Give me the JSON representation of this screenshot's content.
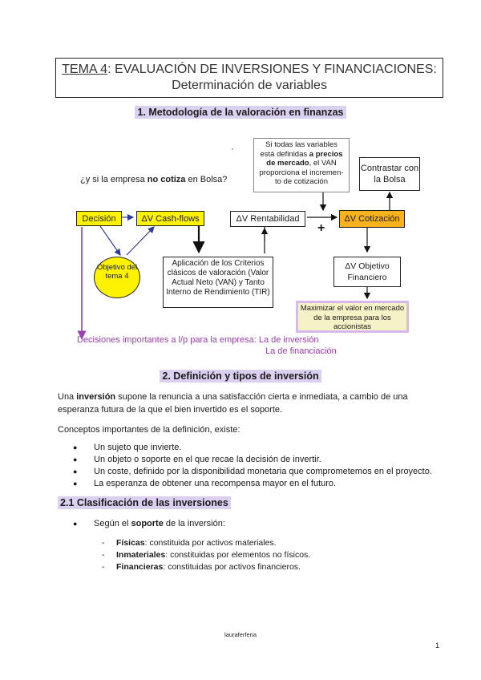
{
  "header": {
    "title_tema": "TEMA 4",
    "title_rest": ": EVALUACIÓN DE INVERSIONES Y FINANCIACIONES:",
    "subtitle": "Determinación de variables"
  },
  "section1": {
    "heading": "1. Metodología de la valoración en finanzas"
  },
  "diagram": {
    "question_pre": "¿y si la empresa ",
    "question_bold": "no cotiza",
    "question_post": " en Bolsa?",
    "note_pre": "Si todas las variables está definidas ",
    "note_bold": "a precios de mercado",
    "note_post": ", el VAN proporciona el incremen-to de cotización",
    "contrastar": "Contrastar con la Bolsa",
    "decision": "Decisión",
    "cashflows": "ΔV Cash-flows",
    "rentabilidad": "ΔV Rentabilidad",
    "plus": "+",
    "cotizacion": "ΔV Cotización",
    "objetivo_tema": "Objetivo del tema 4",
    "objetivo_tema_num": "4",
    "criterios": "Aplicación de los Criterios clásicos de valoración (Valor Actual Neto (VAN) y Tanto Interno de Rendimiento (TIR)",
    "objetivo_financiero": "ΔV Objetivo Financiero",
    "maximizar": "Maximizar el valor en mercado de la empresa para los accionistas",
    "decisiones_line1": "Decisiones importantes a l/p para la empresa: La de inversión",
    "decisiones_line2": "La de financiación"
  },
  "section2": {
    "heading": "2. Definición y tipos de inversión",
    "para1_pre": "Una ",
    "para1_bold": "inversión",
    "para1_post": " supone la renuncia a una satisfacción cierta e inmediata, a cambio de una esperanza futura de la que el bien invertido es el soporte.",
    "para2": "Conceptos importantes de la definición, existe:",
    "bullets": [
      "Un sujeto que invierte.",
      "Un objeto o soporte en el que recae la decisión de invertir.",
      "Un coste, definido por la disponibilidad monetaria que comprometemos en el proyecto.",
      "La esperanza de obtener una recompensa mayor en el futuro."
    ]
  },
  "section21": {
    "heading": "2.1 Clasificación de las inversiones",
    "bullet_pre": "Según el ",
    "bullet_bold": "soporte",
    "bullet_post": " de la inversión:",
    "items": [
      {
        "term": "Físicas",
        "desc": ": constituida por activos materiales."
      },
      {
        "term": "Inmateriales",
        "desc": ": constituidas por elementos no físicos."
      },
      {
        "term": "Financieras",
        "desc": ": constituidas por activos financieros."
      }
    ]
  },
  "footer": {
    "author": "lauraferferia",
    "page": "1"
  }
}
